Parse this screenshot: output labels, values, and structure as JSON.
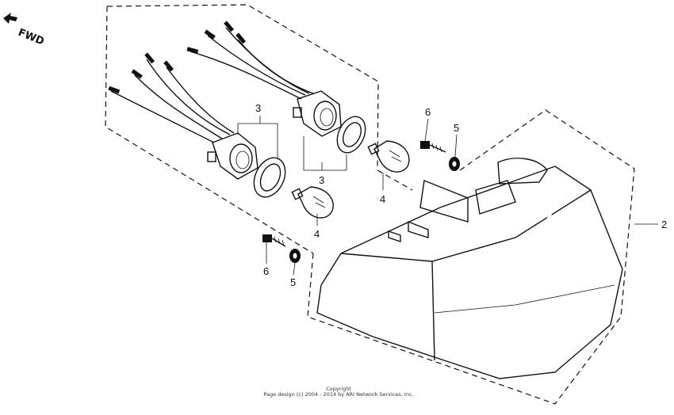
{
  "diagram": {
    "direction_label": "FWD",
    "callouts": {
      "socket_a": "3",
      "socket_b": "3",
      "bulb_a": "4",
      "bulb_b": "4",
      "washer_a": "5",
      "washer_b": "5",
      "screw_a": "6",
      "screw_b": "6",
      "lamp_unit": "2"
    },
    "copyright": {
      "line1": "Copyright",
      "line2": "Page design (c) 2004 - 2014 by ARI Network Services, Inc."
    }
  }
}
